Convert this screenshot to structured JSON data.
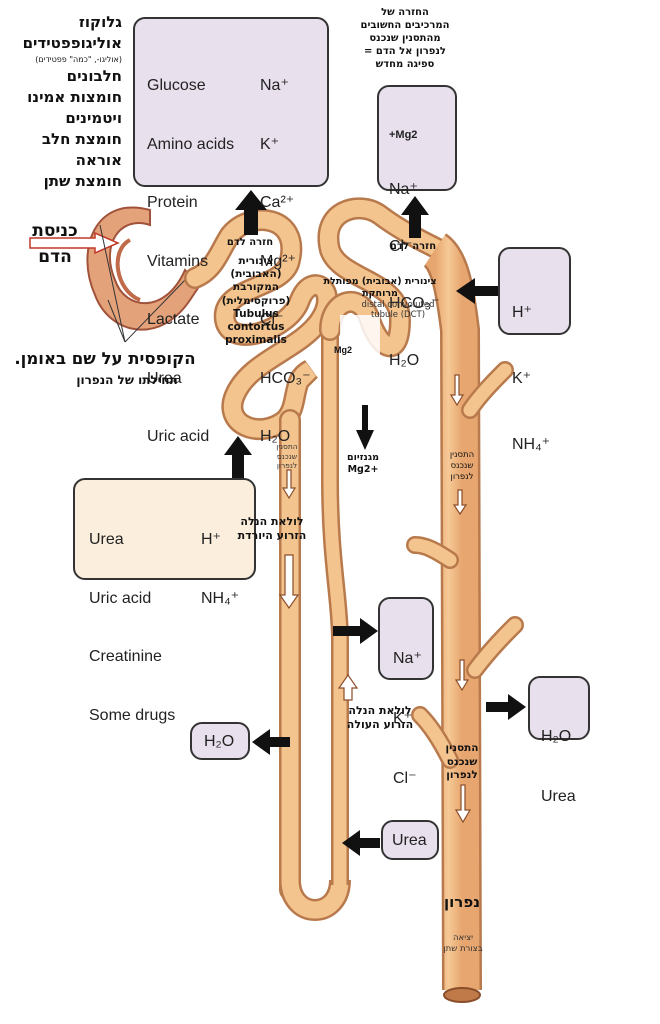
{
  "filtered_box": {
    "col1": [
      "Glucose",
      "Amino acids",
      "Protein",
      "Vitamins",
      "Lactate",
      "Urea",
      "Uric acid"
    ],
    "col2": [
      "Na⁺",
      "K⁺",
      "Ca²⁺",
      "Mg²⁺",
      "Cl⁻",
      "HCO₃⁻",
      "H₂O"
    ]
  },
  "hebrew_list": [
    "גלוקוז",
    "אוליגופפטידים",
    "(אוליגו-, \"כמה\" פפטידים)",
    "חלבונים",
    "חומצות אמינו",
    "ויטמינים",
    "חומצת חלב",
    "אוראה",
    "חומצת שתן"
  ],
  "reabsorb_box": {
    "items": [
      "+Mg2",
      "Na⁺",
      "Cl⁻",
      "HCO₃⁻",
      "H₂O"
    ],
    "caption": [
      "החזרה של",
      "המרכיבים החשובים",
      "מהתסנין שנכנס",
      "לנפרון אל הדם =",
      "ספיגה מחדש"
    ]
  },
  "secrete_box": {
    "items": [
      "H⁺",
      "K⁺",
      "NH₄⁺"
    ]
  },
  "secrete_pct_box": {
    "col1": [
      "Urea",
      "Uric acid",
      "Creatinine",
      "Some drugs"
    ],
    "col2": [
      "H⁺",
      "NH₄⁺"
    ]
  },
  "loop_out_box": {
    "items": [
      "Na⁺",
      "K⁺",
      "Cl⁻"
    ]
  },
  "water_box": {
    "label": "H₂O"
  },
  "cd_out_box": {
    "items": [
      "H₂O",
      "Urea"
    ]
  },
  "urea_in_box": {
    "label": "Urea"
  },
  "labels": {
    "blood_entry": [
      "כניסת",
      "הדם"
    ],
    "capsule": "הקופסית על שם באומן.",
    "capsule_sub": "תחילתו של הנפרון",
    "return_blood_1": "חזרה לדם",
    "return_blood_2": "חזרה לדם",
    "pct": [
      "צינורית",
      "(האבובית)",
      "המקורבת",
      "(פרוקסימלית)",
      "Tubulus",
      "contortus",
      "proximalis"
    ],
    "dct_heb": [
      "צינורית (אבובית) מפותלת",
      "מרוחקת"
    ],
    "dct_en": [
      "distal convoluted",
      "tubule (DCT)"
    ],
    "mg_small": "Mg2",
    "magnesium": [
      "מגנזיום",
      "+Mg2"
    ],
    "filtrate_small": [
      "התסנין",
      "שנכנס",
      "לנפרון"
    ],
    "descending": [
      "לולאת הנלה",
      "הזרוע היורדת"
    ],
    "ascending": [
      "לולאת הנלה",
      "הזרוע העולה"
    ],
    "filtrate_cd1": [
      "התסנין",
      "שנכנס",
      "לנפרון"
    ],
    "filtrate_cd2": [
      "התסנין",
      "שנכנס",
      "לנפרון"
    ],
    "nephron": "נפרון",
    "urine": [
      "יציאה",
      "בצורת שתן"
    ]
  }
}
